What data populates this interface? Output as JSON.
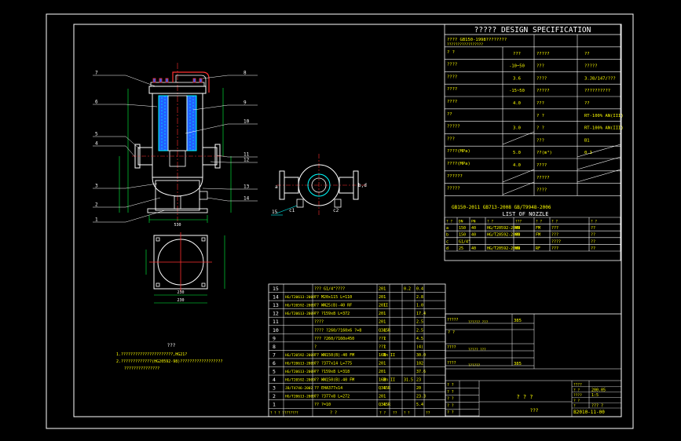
{
  "colors": {
    "bg": "#000000",
    "frame": "#ffffff",
    "yellow": "#ffff00",
    "red": "#ff3030",
    "cyan": "#00ffff",
    "green": "#00ff40",
    "blue": "#2060ff",
    "magenta": "#ff40ff"
  },
  "spec": {
    "title": "????? DESIGN SPECIFICATION",
    "head_rows": [
      {
        "label": "???? GB150-1998????????",
        "sub": "?????????????????"
      },
      {
        "label": "? ?",
        "value": "???",
        "label2": "?????",
        "value2": "??"
      },
      {
        "label": "????",
        "value": "-10~50",
        "label2": "???",
        "value2": "?????"
      },
      {
        "label": "????",
        "value": "3.6",
        "label2": "????",
        "value2": "3.J8/147/???"
      },
      {
        "label": "????",
        "value": "-15~50",
        "label2": "?????",
        "value2": "??????????"
      },
      {
        "label": "????",
        "value": "4.0",
        "label2": "???",
        "value2": "??"
      },
      {
        "label": "??",
        "value": "",
        "label2": "? ?",
        "value2": "RT-100% AN(III)"
      },
      {
        "label": "?????",
        "value": "3.0",
        "label2": "? ?",
        "value2": "RT-100% AN(III)"
      },
      {
        "label": "???",
        "value": "",
        "label2": "???",
        "value2": "B1"
      },
      {
        "label": "????(MPa)",
        "value": "5.0",
        "label2": "??(m³)",
        "value2": "0.1"
      },
      {
        "label": "????(MPa)",
        "value": "4.0",
        "label2": "????",
        "value2": ""
      },
      {
        "label": "??????",
        "value": "",
        "label2": "?????",
        "value2": ""
      },
      {
        "label": "?????",
        "value": "",
        "label2": "????",
        "value2": ""
      }
    ],
    "standards": "GB150-2011 GB713-2008 GB/T9948-2006",
    "nozzle_title": "LIST OF NOZZLE",
    "nozzle_headers": [
      "? ?",
      "DN",
      "PN",
      "? ?",
      "???",
      "? ?",
      "? ?",
      "? ?"
    ],
    "nozzles": [
      {
        "mark": "a",
        "dn": "150",
        "pn": "40",
        "std": "HG/T20592-2009",
        "type": "WN",
        "face": "FM",
        "use": "???",
        "note": "??"
      },
      {
        "mark": "b",
        "dn": "150",
        "pn": "40",
        "std": "HG/T20592-2009",
        "type": "WN",
        "face": "FM",
        "use": "???",
        "note": "??"
      },
      {
        "mark": "c",
        "dn": "G1/4\"",
        "pn": "",
        "std": "",
        "type": "",
        "face": "",
        "use": "????",
        "note": "??"
      },
      {
        "mark": "d",
        "dn": "25",
        "pn": "40",
        "std": "HG/T20592-2009",
        "type": "WN",
        "face": "RF",
        "use": "???",
        "note": "??"
      }
    ]
  },
  "drawing": {
    "callouts_left": [
      "7",
      "6",
      "5",
      "4",
      "3",
      "2",
      "1"
    ],
    "callouts_right": [
      "8",
      "9",
      "10",
      "11",
      "12",
      "13",
      "14"
    ],
    "dim_top": "530",
    "dim_plan": "230",
    "dim_plan2": "230",
    "top_view_labels": {
      "a": "a",
      "bd": "b,d",
      "c1": "c1",
      "c2": "c2",
      "item15": "15"
    },
    "notes_title": "???",
    "notes": [
      "1.??????????????????????,HG21?",
      "2.?????????????(HG20592-98)??????????????????",
      "???????????????"
    ]
  },
  "bom": {
    "rows": [
      {
        "no": "15",
        "dwg": "",
        "name": "??? G1/4\"????",
        "qty": "1",
        "mat": "20",
        "unit": "0.2",
        "total": "0.4"
      },
      {
        "no": "14",
        "dwg": "HG/T20613-2009",
        "name": "?? M20x115 L=110",
        "qty": "1",
        "mat": "20",
        "unit": "",
        "total": "2.8"
      },
      {
        "no": "13",
        "dwg": "HG/T20592-2009",
        "name": "?? WN25(B)-40 RF",
        "qty": "1",
        "mat": "20II",
        "unit": "",
        "total": "1.0"
      },
      {
        "no": "12",
        "dwg": "HG/T20613-2009",
        "name": "?? ?159x8 L=372",
        "qty": "1",
        "mat": "20",
        "unit": "",
        "total": "17.4"
      },
      {
        "no": "11",
        "dwg": "",
        "name": "????",
        "qty": "1",
        "mat": "20",
        "unit": "",
        "total": "2.5"
      },
      {
        "no": "10",
        "dwg": "",
        "name": "???? ?260/?160x6 ?=8",
        "qty": "1",
        "mat": "Q345R",
        "unit": "",
        "total": "2.5"
      },
      {
        "no": "9",
        "dwg": "",
        "name": "??? ?260/?160x450",
        "qty": "1",
        "mat": "???",
        "unit": "",
        "total": "4.5"
      },
      {
        "no": "8",
        "dwg": "",
        "name": "?",
        "qty": "1",
        "mat": "???",
        "unit": "",
        "total": "(4)"
      },
      {
        "no": "7",
        "dwg": "HG/T20592-2009",
        "name": "?? WN150(B)-40 FM",
        "qty": "1",
        "mat": "16Mn II",
        "unit": "",
        "total": "30.0"
      },
      {
        "no": "6",
        "dwg": "HG/T20613-2009",
        "name": "?? ?377x14 L=775",
        "qty": "1",
        "mat": "20",
        "unit": "",
        "total": "102"
      },
      {
        "no": "5",
        "dwg": "HG/T20613-2009",
        "name": "?? ?159x8 L=318",
        "qty": "1",
        "mat": "20",
        "unit": "",
        "total": "37.6"
      },
      {
        "no": "4",
        "dwg": "HG/T20592-2009",
        "name": "?? WN150(B)-40 FM",
        "qty": "2",
        "mat": "16Mn II",
        "unit": "31.5",
        "total": "23"
      },
      {
        "no": "3",
        "dwg": "JB/T4746-2002",
        "name": "?? EHA377x14",
        "qty": "1",
        "mat": "Q345R",
        "unit": "",
        "total": "20"
      },
      {
        "no": "2",
        "dwg": "HG/T20613-2009",
        "name": "?? ?377x8 L=272",
        "qty": "1",
        "mat": "20",
        "unit": "",
        "total": "23.3"
      },
      {
        "no": "1",
        "dwg": "",
        "name": "?? ?=10",
        "qty": "1",
        "mat": "Q345R",
        "unit": "",
        "total": "5.4"
      }
    ],
    "header": {
      "no": "? ? ? ?",
      "dwg": "???????",
      "name": "? ?",
      "qty": "? ?",
      "mat": "??",
      "unit": "? ?",
      "total": "??"
    },
    "footer_extra": {
      "qty": "?",
      "total": "??(kg)"
    }
  },
  "title_block": {
    "rows": [
      {
        "label": "?????",
        "sub": "?????? ???",
        "value": "385"
      },
      {
        "label": "????",
        "sub": "????? ???",
        "value": ""
      },
      {
        "label": "????",
        "sub": "??????",
        "value": "385"
      }
    ],
    "sign_rows": [
      "? ?",
      "? ?",
      "? ?",
      "? ?",
      "? ?"
    ],
    "drawing_name": "? ? ?",
    "company": "???",
    "right_cells": [
      "????",
      "? ?",
      "????",
      "? ?",
      "?"
    ],
    "right_values": [
      "",
      "200.05",
      "1:5",
      "",
      "??? ?"
    ],
    "drawing_no": "B2010-11-00"
  }
}
